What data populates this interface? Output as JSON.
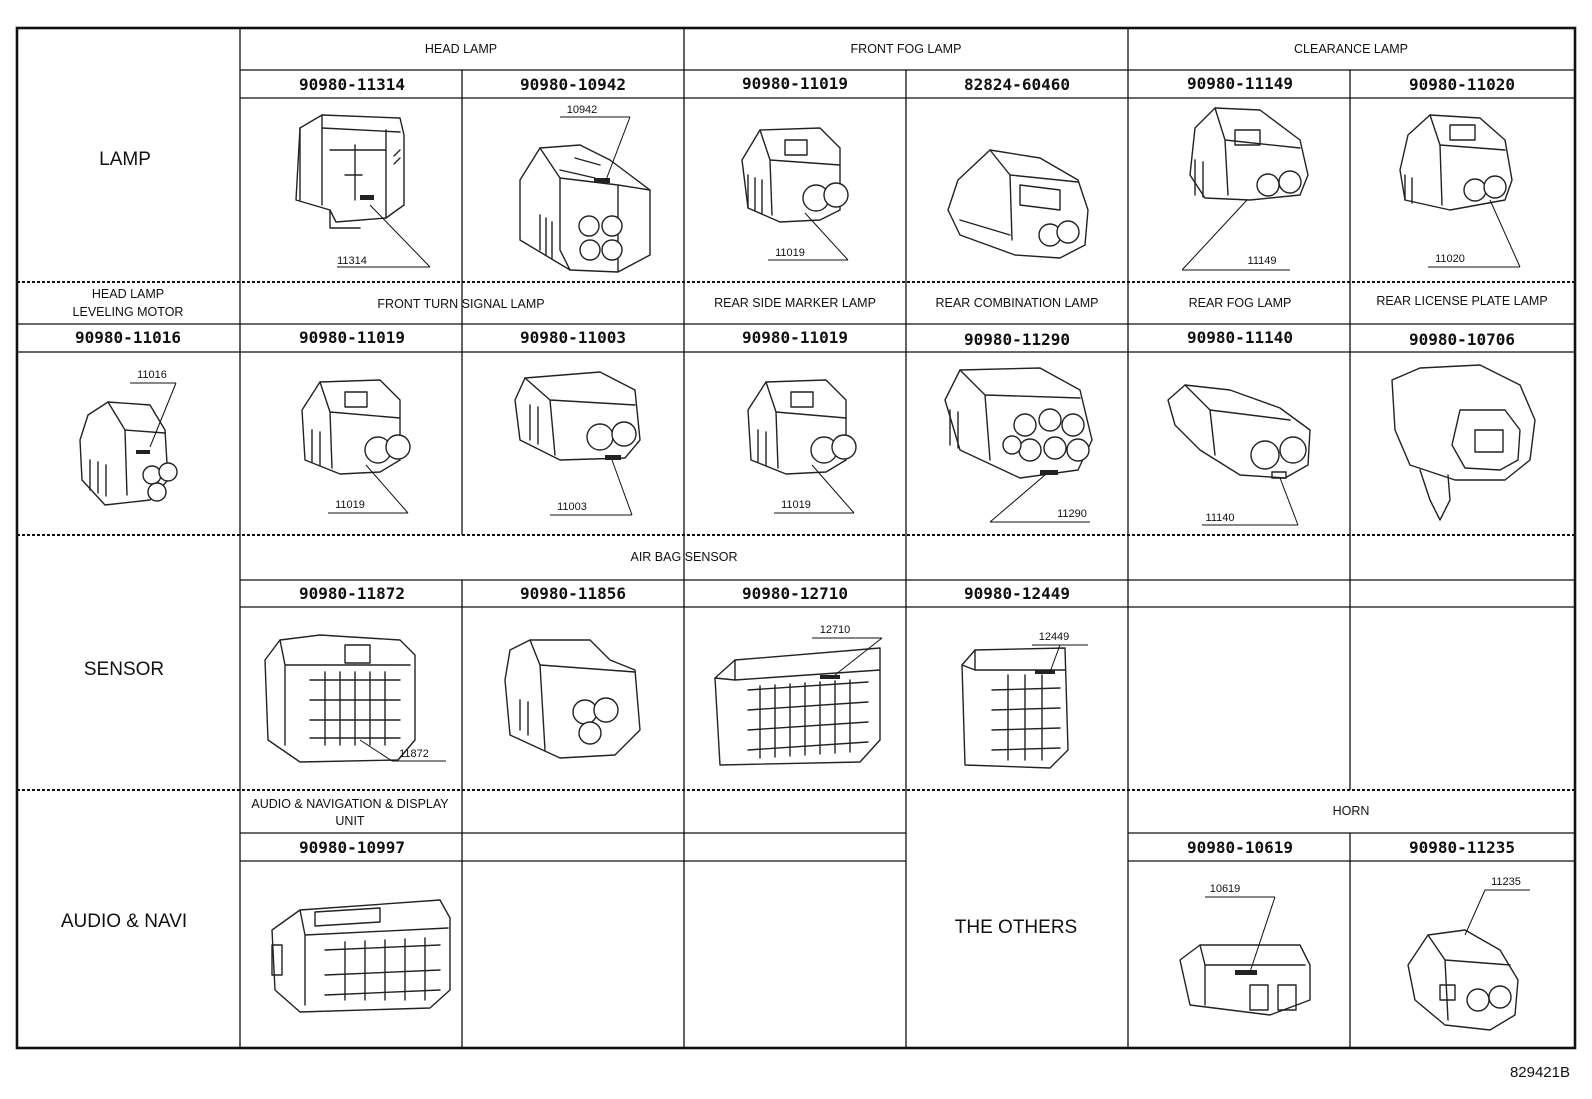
{
  "categories": {
    "lamp": "LAMP",
    "sensor": "SENSOR",
    "audio": "AUDIO & NAVI",
    "others": "THE OTHERS"
  },
  "sections": {
    "head_lamp": "HEAD LAMP",
    "front_fog_lamp": "FRONT FOG LAMP",
    "clearance_lamp": "CLEARANCE LAMP",
    "head_lamp_leveling_motor_line1": "HEAD LAMP",
    "head_lamp_leveling_motor_line2": "LEVELING MOTOR",
    "front_turn_signal_lamp": "FRONT TURN SIGNAL LAMP",
    "rear_side_marker_lamp": "REAR SIDE MARKER LAMP",
    "rear_combination_lamp": "REAR COMBINATION LAMP",
    "rear_fog_lamp": "REAR FOG LAMP",
    "rear_license_plate_lamp": "REAR LICENSE PLATE LAMP",
    "air_bag_sensor": "AIR BAG SENSOR",
    "audio_nav_line1": "AUDIO & NAVIGATION & DISPLAY",
    "audio_nav_line2": "UNIT",
    "horn": "HORN"
  },
  "part_numbers": {
    "r1": [
      "90980-11314",
      "90980-10942",
      "90980-11019",
      "82824-60460",
      "90980-11149",
      "90980-11020"
    ],
    "r2": [
      "90980-11016",
      "90980-11019",
      "90980-11003",
      "90980-11019",
      "90980-11290",
      "90980-11140",
      "90980-10706"
    ],
    "r3": [
      "90980-11872",
      "90980-11856",
      "90980-12710",
      "90980-12449"
    ],
    "r4": [
      "90980-10997",
      "90980-10619",
      "90980-11235"
    ]
  },
  "callouts": {
    "c11314": "11314",
    "c10942": "10942",
    "c11019a": "11019",
    "c11149": "11149",
    "c11020": "11020",
    "c11016": "11016",
    "c11019b": "11019",
    "c11003": "11003",
    "c11019c": "11019",
    "c11290": "11290",
    "c11140": "11140",
    "c12710": "12710",
    "c12449": "12449",
    "c11872": "11872",
    "c10619": "10619",
    "c11235": "11235"
  },
  "drawing_id": "829421B"
}
